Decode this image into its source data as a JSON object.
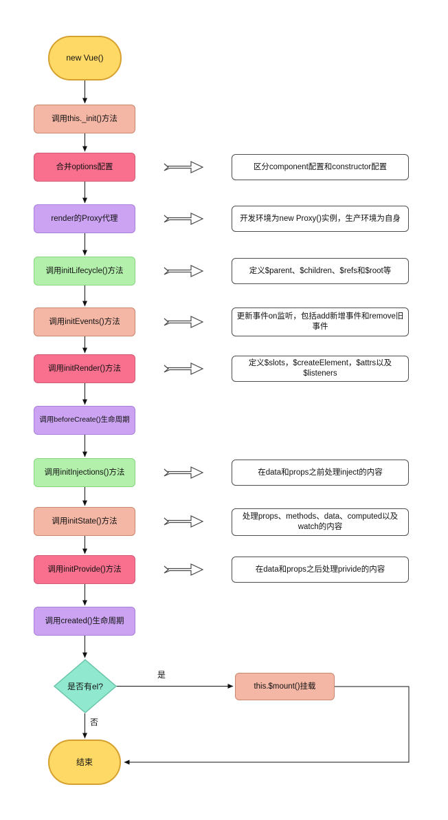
{
  "colors": {
    "terminator_fill": "#FFD966",
    "terminator_stroke": "#D6A02E",
    "salmon_fill": "#F4B6A5",
    "salmon_stroke": "#C9876D",
    "pink_fill": "#F8708E",
    "pink_stroke": "#CF5A73",
    "purple_fill": "#CBA3F2",
    "purple_stroke": "#A87FD8",
    "green_fill": "#B3F0AB",
    "green_stroke": "#86D57E",
    "teal_fill": "#90E9CE",
    "teal_stroke": "#66C3A7",
    "note_stroke": "#4D4D4D"
  },
  "flow": {
    "start_label": "new Vue()",
    "steps": [
      {
        "label": "调用this._init()方法",
        "color": "salmon"
      },
      {
        "label": "合并options配置",
        "color": "pink"
      },
      {
        "label": "render的Proxy代理",
        "color": "purple"
      },
      {
        "label": "调用initLifecycle()方法",
        "color": "green"
      },
      {
        "label": "调用initEvents()方法",
        "color": "salmon"
      },
      {
        "label": "调用initRender()方法",
        "color": "pink"
      },
      {
        "label": "调用beforeCreate()生命周期",
        "color": "purple"
      },
      {
        "label": "调用initInjections()方法",
        "color": "green"
      },
      {
        "label": "调用initState()方法",
        "color": "salmon"
      },
      {
        "label": "调用initProvide()方法",
        "color": "pink"
      },
      {
        "label": "调用created()生命周期",
        "color": "purple"
      }
    ],
    "notes": [
      "区分component配置和constructor配置",
      "开发环境为new Proxy()实例，生产环境为自身",
      "定义$parent、$children、$refs和$root等",
      "更新事件on监听，包括add新增事件和remove旧事件",
      "定义$slots，$createElement，$attrs以及$listeners",
      "在data和props之前处理inject的内容",
      "处理props、methods、data、computed以及watch的内容",
      "在data和props之后处理privide的内容"
    ],
    "decision_label": "是否有el?",
    "yes_label": "是",
    "no_label": "否",
    "mount_label": "this.$mount()挂载",
    "end_label": "结束"
  }
}
